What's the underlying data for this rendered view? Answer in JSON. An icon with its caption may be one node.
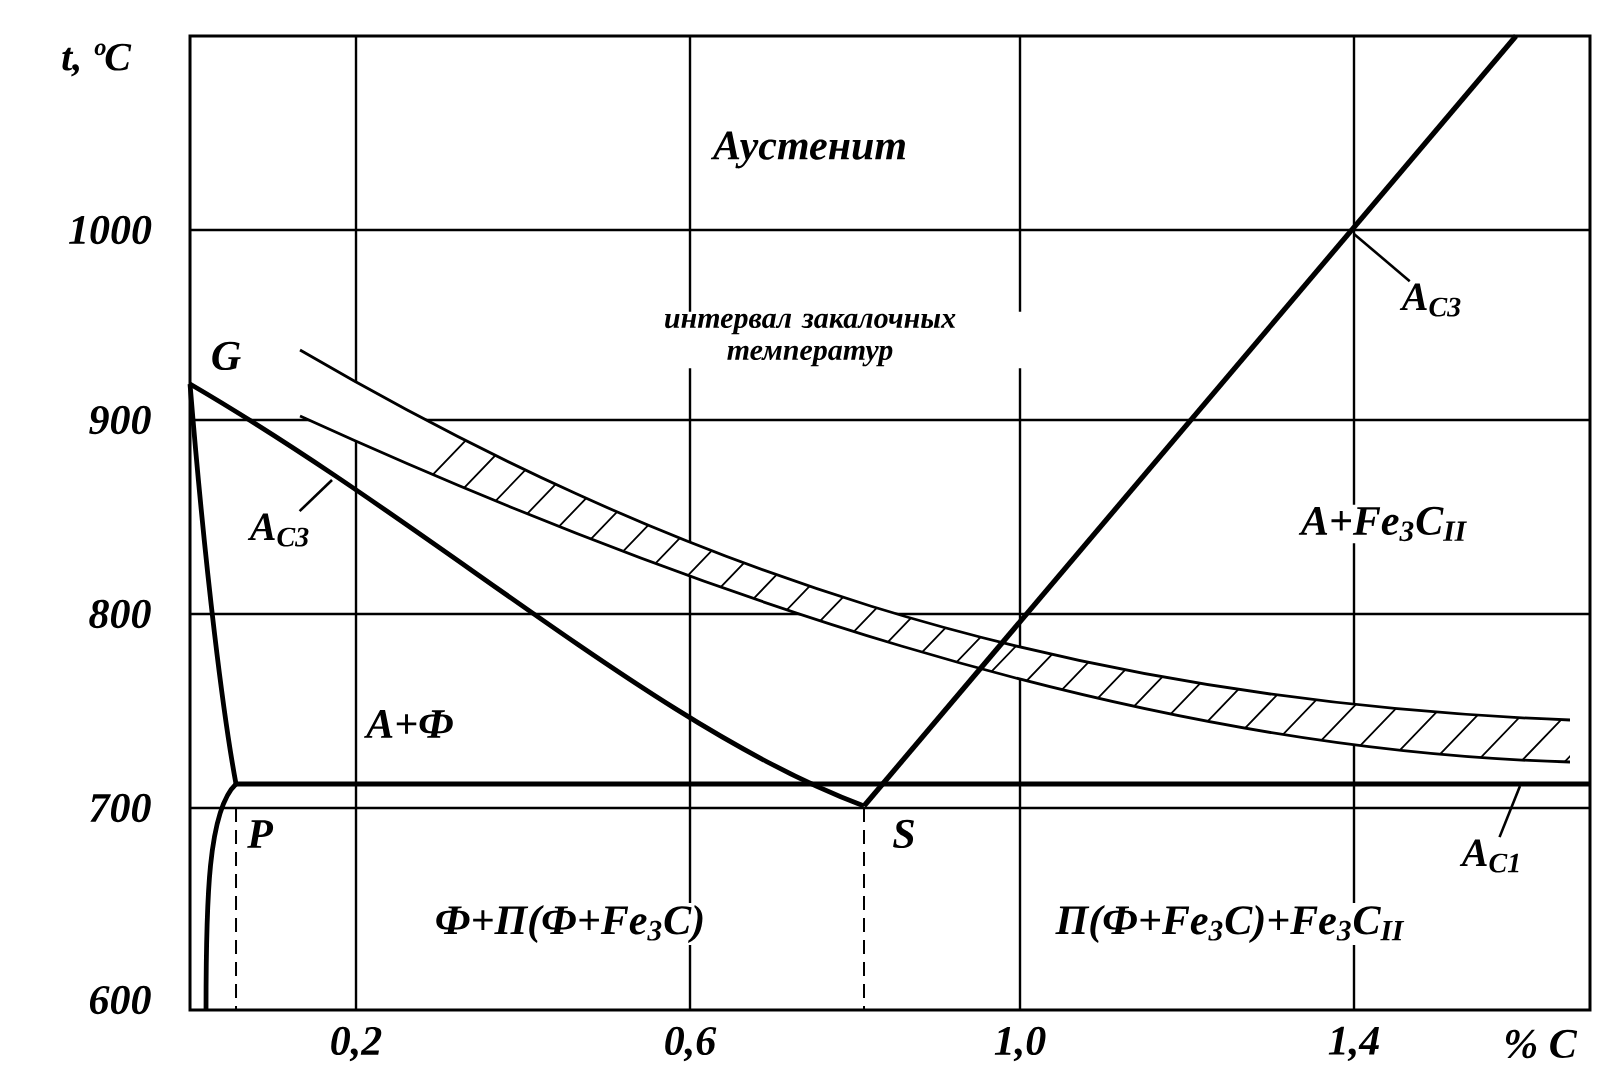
{
  "diagram": {
    "nodes": [
      {
        "text": [
          "A$_{C3}$"
        ]
      },
      {
        "text": [
          "A$_{C3}$"
        ]
      },
      {
        "text": [
          "A$_{C1}$"
        ]
      }
    ],
    "edges": [
      {
        "from": 0,
        "to": null,
        "arrow": "none"
      },
      {
        "from": 1,
        "to": null,
        "arrow": "none"
      },
      {
        "from": 2,
        "to": null,
        "arrow": "none"
      }
    ],
    "labels": [
      "t, ºC",
      "Аустенит",
      "1000",
      "интервал закалочных температур",
      "G",
      "900",
      "A+Fe$_{3}$C$_{II}$",
      "800",
      "A+Ф",
      "700",
      "P",
      "S",
      "Ф+П(Ф+Fe$_{3}$C)",
      "П(Ф+Fe$_{3}$C)+Fe$_{3}$C$_{II}$",
      "600",
      "0,2",
      "0,6",
      "1,0",
      "1,4",
      "% C"
    ]
  }
}
